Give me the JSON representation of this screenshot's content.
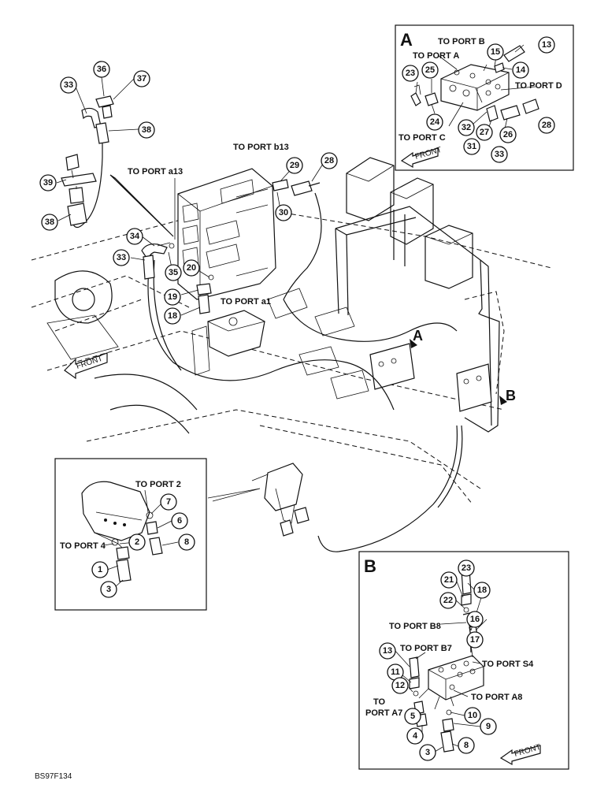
{
  "insets": {
    "A": {
      "letter": "A",
      "labels": [
        "TO PORT B",
        "TO PORT A",
        "TO PORT D",
        "TO PORT C"
      ],
      "balloons": [
        "13",
        "15",
        "14",
        "23",
        "25",
        "24",
        "32",
        "31",
        "33",
        "27",
        "26",
        "28"
      ],
      "front_label": "FRONT"
    },
    "B": {
      "letter": "B",
      "labels": [
        "TO PORT B8",
        "TO PORT B7",
        "TO PORT S4",
        "TO PORT A8",
        "TO",
        "PORT A7"
      ],
      "balloons": [
        "23",
        "21",
        "18",
        "22",
        "16",
        "17",
        "13",
        "11",
        "12",
        "5",
        "4",
        "10",
        "9",
        "3",
        "8"
      ],
      "front_label": "FRONT"
    },
    "pedal": {
      "labels": [
        "TO PORT 2",
        "TO PORT 4"
      ],
      "balloons": [
        "7",
        "6",
        "2",
        "8",
        "1",
        "3"
      ]
    }
  },
  "main": {
    "labels": [
      "TO PORT b13",
      "TO PORT a13",
      "TO PORT a1"
    ],
    "balloons": [
      "33",
      "36",
      "37",
      "38",
      "39",
      "38",
      "29",
      "28",
      "30",
      "34",
      "33",
      "35",
      "20",
      "19",
      "18"
    ],
    "view_letters": [
      "A",
      "B"
    ],
    "front_label": "FRONT"
  },
  "figure_ref": "BS97F134"
}
